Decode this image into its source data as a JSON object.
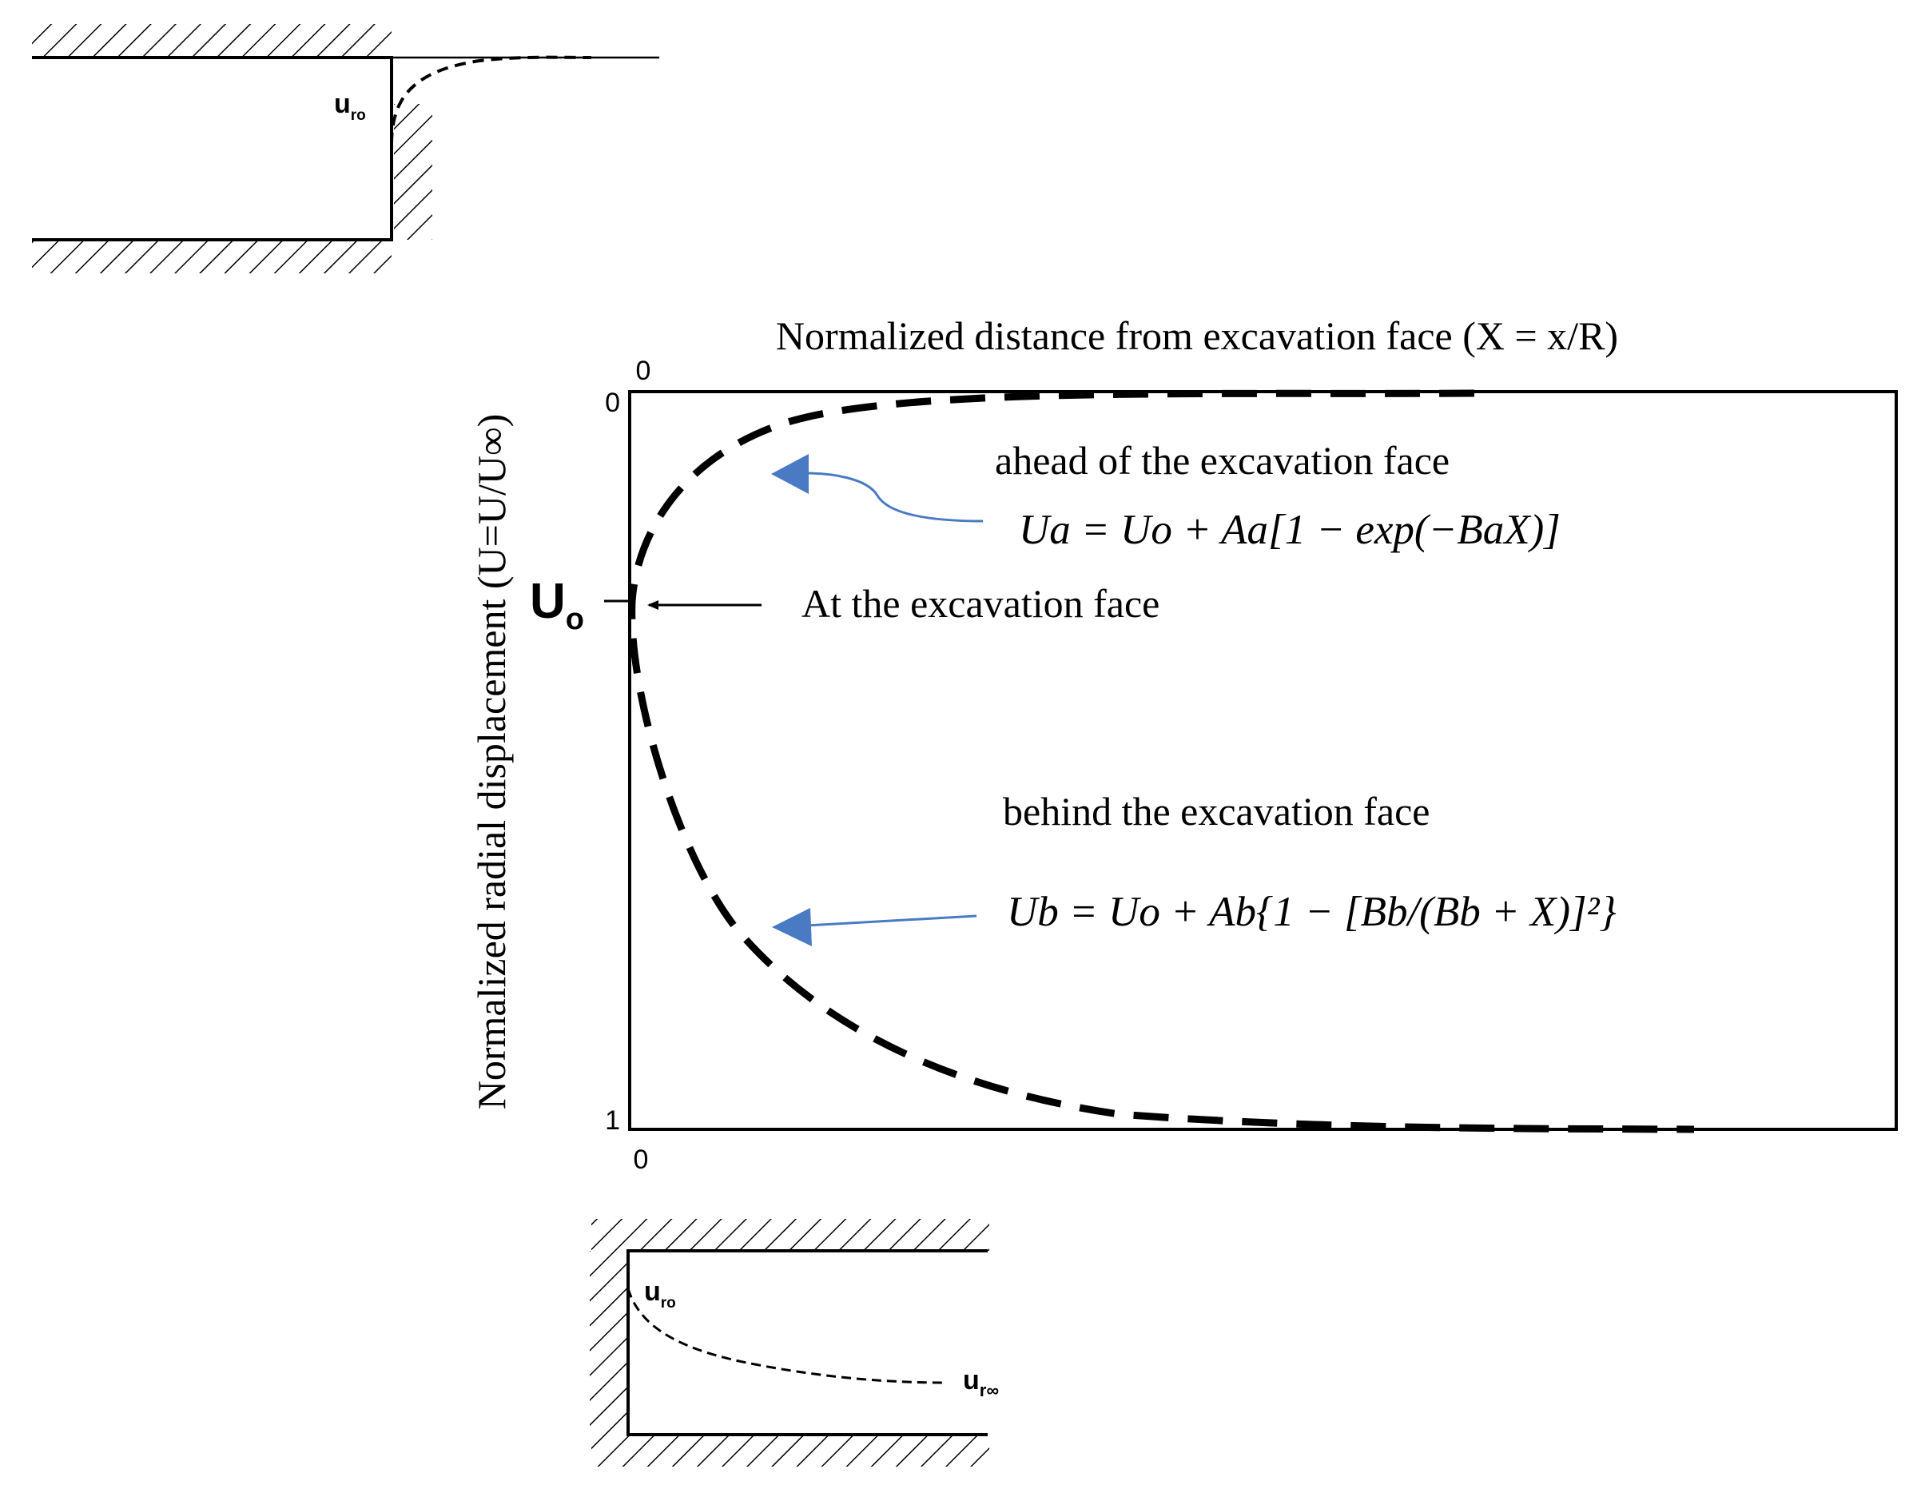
{
  "top_axis_title": "Normalized distance from excavation face (X = x/R)",
  "y_axis_title": "Normalized radial displacement (U=U/U∞)",
  "x_tick_top": "0",
  "x_tick_bottom": "0",
  "y_tick_top": "0",
  "y_tick_bottom": "1",
  "uo_label": "U",
  "uo_sub": "o",
  "face_label": "At the excavation face",
  "ahead": {
    "label": "ahead of the excavation face",
    "formula": "Ua = Uo + Aa[1 − exp(−BaX)]"
  },
  "behind": {
    "label": "behind the excavation face",
    "formula": "Ub = Uo + Ab{1 − [Bb/(Bb + X)]²}"
  },
  "inset_top": {
    "label": "u",
    "sub": "ro"
  },
  "inset_bottom": {
    "label_near": "u",
    "sub_near": "ro",
    "label_far": "u",
    "sub_far": "r∞"
  },
  "colors": {
    "arrow_blue": "#4a7ac4",
    "ink": "#000000"
  }
}
